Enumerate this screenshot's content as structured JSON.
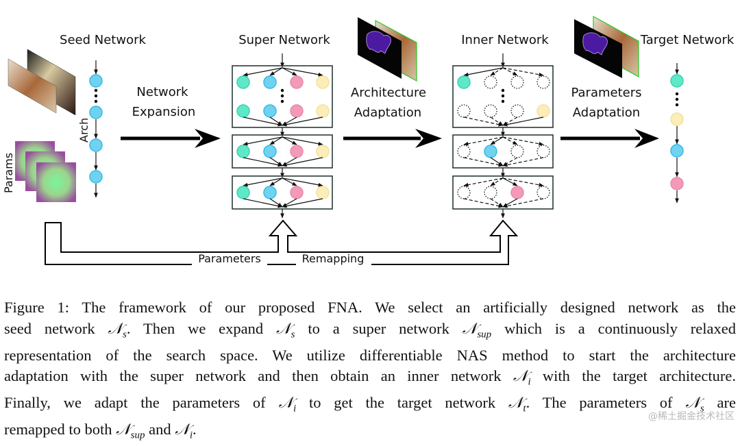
{
  "figure": {
    "labels": {
      "seed": "Seed Network",
      "super": "Super Network",
      "inner": "Inner Network",
      "target": "Target Network",
      "arch": "Arch",
      "params": "Params",
      "expansion_1": "Network",
      "expansion_2": "Expansion",
      "arch_adapt_1": "Architecture",
      "arch_adapt_2": "Adaptation",
      "param_adapt_1": "Parameters",
      "param_adapt_2": "Adaptation",
      "remap_1": "Parameters",
      "remap_2": "Remapping"
    },
    "colors": {
      "green": "#5fe8c8",
      "blue": "#6fd3f0",
      "pink": "#f29ab8",
      "yellow": "#fbeeb8"
    },
    "seed_nodes": [
      "blue",
      "blue",
      "blue",
      "blue"
    ],
    "super_blocks": [
      {
        "rows": 2,
        "nodes": [
          "green",
          "blue",
          "pink",
          "yellow"
        ]
      },
      {
        "rows": 1,
        "nodes": [
          "green",
          "blue",
          "pink",
          "yellow"
        ]
      },
      {
        "rows": 1,
        "nodes": [
          "green",
          "blue",
          "pink",
          "yellow"
        ]
      }
    ],
    "inner_blocks": [
      {
        "rows": 2,
        "selected": [
          "green",
          null,
          null,
          null,
          null,
          null,
          null,
          "yellow"
        ]
      },
      {
        "rows": 1,
        "selected": [
          null,
          "blue",
          null,
          null
        ]
      },
      {
        "rows": 1,
        "selected": [
          null,
          null,
          "pink",
          null
        ]
      }
    ],
    "target_nodes": [
      "green",
      "yellow",
      "blue",
      "pink"
    ]
  },
  "caption": {
    "lines": [
      [
        {
          "t": "Figure 1: The framework of our proposed FNA. We select an artificially designed network as the"
        }
      ],
      [
        {
          "t": "seed network "
        },
        {
          "m": "N",
          "s": "s"
        },
        {
          "t": ". Then we expand "
        },
        {
          "m": "N",
          "s": "s"
        },
        {
          "t": " to a super network "
        },
        {
          "m": "N",
          "s": "sup"
        },
        {
          "t": " which is a continuously relaxed"
        }
      ],
      [
        {
          "t": "representation of the search space. We utilize differentiable NAS method to start the architecture"
        }
      ],
      [
        {
          "t": "adaptation with the super network and then obtain an inner network "
        },
        {
          "m": "N",
          "s": "i"
        },
        {
          "t": " with the target architecture."
        }
      ],
      [
        {
          "t": "Finally, we adapt the parameters of "
        },
        {
          "m": "N",
          "s": "i"
        },
        {
          "t": " to get the target network "
        },
        {
          "m": "N",
          "s": "t"
        },
        {
          "t": ". The parameters of "
        },
        {
          "m": "N",
          "s": "s"
        },
        {
          "t": " are"
        }
      ],
      [
        {
          "t": "remapped to both "
        },
        {
          "m": "N",
          "s": "sup"
        },
        {
          "t": " and "
        },
        {
          "m": "N",
          "s": "i"
        },
        {
          "t": "."
        }
      ]
    ]
  },
  "watermark": "@稀土掘金技术社区"
}
